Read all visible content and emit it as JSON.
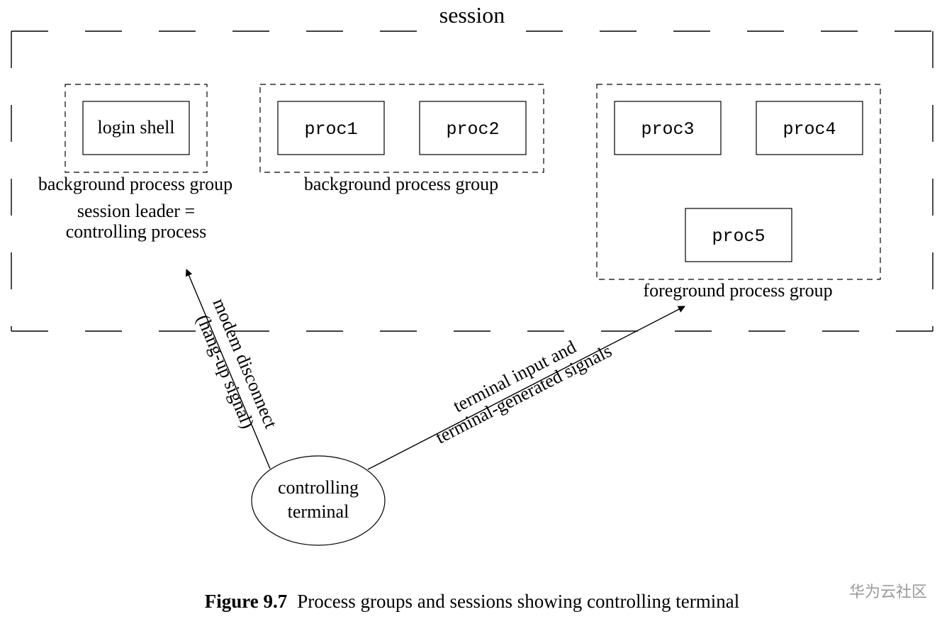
{
  "session": {
    "label": "session"
  },
  "groups": {
    "login": {
      "box_label": "login shell",
      "group_label": "background process group",
      "leader_line1": "session leader =",
      "leader_line2": "controlling process"
    },
    "bg": {
      "proc1": "proc1",
      "proc2": "proc2",
      "group_label": "background process group"
    },
    "fg": {
      "proc3": "proc3",
      "proc4": "proc4",
      "proc5": "proc5",
      "group_label": "foreground process group"
    }
  },
  "terminal": {
    "line1": "controlling",
    "line2": "terminal"
  },
  "arrows": {
    "hangup_line1": "modem disconnect",
    "hangup_line2": "(hang-up signal)",
    "input_line1": "terminal input and",
    "input_line2": "terminal-generated signals"
  },
  "caption": {
    "figure": "Figure 9.7",
    "text": "Process groups and sessions showing controlling terminal"
  },
  "watermark": {
    "text": "华为云社区"
  }
}
